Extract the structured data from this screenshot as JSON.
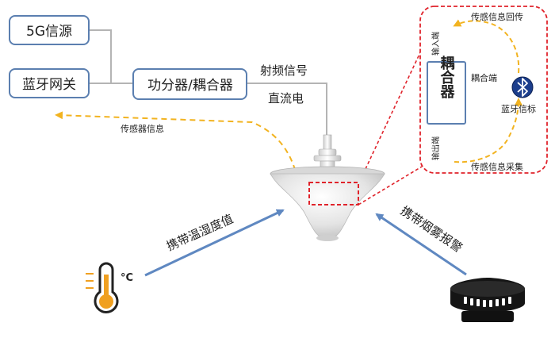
{
  "boxes": {
    "source_5g": "5G信源",
    "bt_gateway": "蓝牙网关",
    "splitter": "功分器/耦合器",
    "coupler": "耦合器"
  },
  "labels": {
    "rf_signal": "射频信号",
    "dc_power": "直流电",
    "sensor_info": "传感器信息",
    "carry_temp_humidity": "携带温湿度值",
    "carry_smoke_alarm": "携带烟雾报警",
    "temp_unit": "°C"
  },
  "inset": {
    "input_port": "输入端",
    "output_port": "输出端",
    "coupling_port": "耦合端",
    "bt_beacon": "蓝牙信标",
    "sensor_info_return": "传感信息回传",
    "sensor_info_collect": "传感信息采集"
  },
  "icons": [
    "bluetooth-icon",
    "thermometer-icon",
    "smoke-detector-icon",
    "ceiling-antenna"
  ],
  "colors": {
    "box_border": "#5b7fb0",
    "wire": "#b4b4b4",
    "dashed_flow": "#f2b320",
    "highlight": "#e0232b",
    "arrow_blue": "#5f88c1",
    "thermo": "#f0a020"
  }
}
